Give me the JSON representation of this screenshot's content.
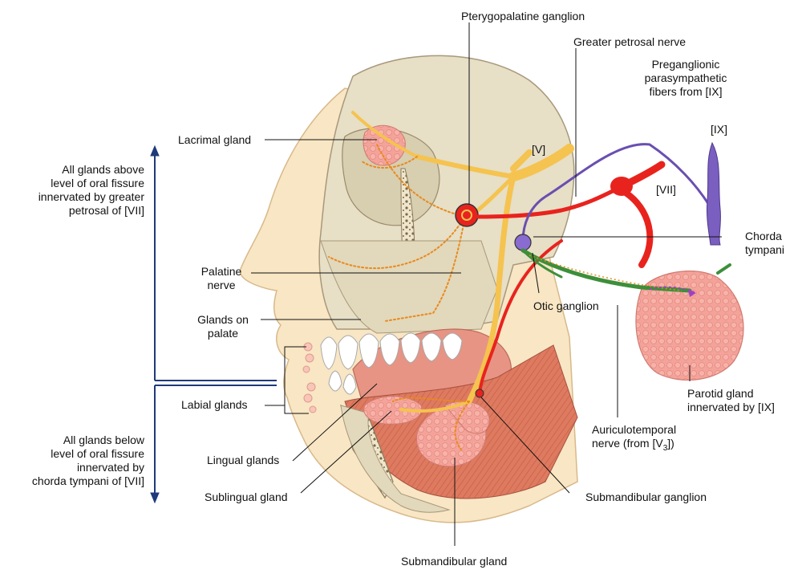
{
  "labels": {
    "pterygopalatine_ganglion": "Pterygopalatine ganglion",
    "greater_petrosal_nerve": "Greater petrosal nerve",
    "preganglionic_fibers": [
      "Preganglionic",
      "parasympathetic",
      "fibers from [IX]"
    ],
    "cn_ix": "[IX]",
    "cn_v": "[V]",
    "cn_vii": "[VII]",
    "lacrimal_gland": "Lacrimal gland",
    "chorda_tympani": [
      "Chorda",
      "tympani"
    ],
    "palatine_nerve": [
      "Palatine",
      "nerve"
    ],
    "otic_ganglion": "Otic ganglion",
    "glands_on_palate": [
      "Glands on",
      "palate"
    ],
    "parotid_gland": [
      "Parotid gland",
      "innervated by [IX]"
    ],
    "labial_glands": "Labial glands",
    "auriculotemporal_nerve": [
      "Auriculotemporal",
      "nerve (from [V",
      "3",
      "])"
    ],
    "lingual_glands": "Lingual glands",
    "sublingual_gland": "Sublingual gland",
    "submandibular_ganglion": "Submandibular ganglion",
    "submandibular_gland": "Submandibular gland"
  },
  "side_notes": {
    "above": [
      "All glands above",
      "level of oral fissure",
      "innervated by greater",
      "petrosal of [VII]"
    ],
    "below": [
      "All glands below",
      "level of oral fissure",
      "innervated by",
      "chorda tympani of [VII]"
    ]
  },
  "colors": {
    "trigeminal": "#f7c65c",
    "facial": "#e8231e",
    "glossopharyngeal": "#6a4fb0",
    "chorda": "#3d8f3a",
    "gland": "#f4a39a",
    "bone": "#e9e1c9",
    "skin": "#f7e0b8",
    "muscle": "#de7a60",
    "arrow_blue": "#1f3a7a"
  }
}
